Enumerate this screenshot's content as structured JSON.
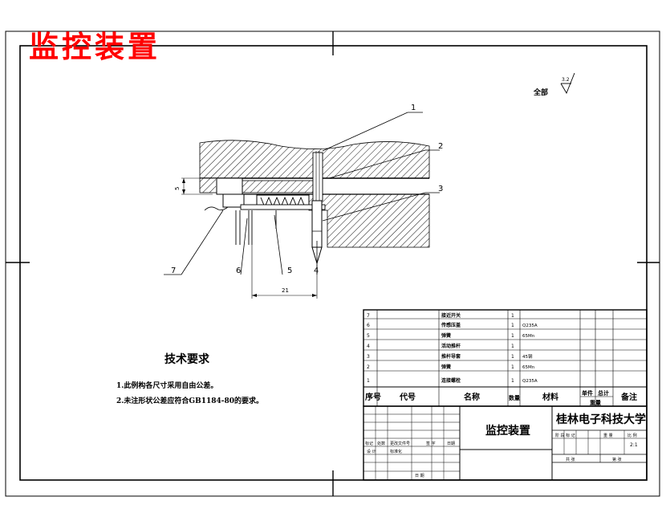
{
  "drawing_title_red": "监控装置",
  "surface_note": {
    "label": "全部",
    "roughness": "3.2"
  },
  "leaders": [
    "1",
    "2",
    "3",
    "4",
    "5",
    "6",
    "7"
  ],
  "dimensions": {
    "left_height": "5",
    "bottom_width": "21"
  },
  "tech_requirements": {
    "title": "技术要求",
    "line1": "1.此例构各尺寸采用自由公差。",
    "line2": "2.未注形状公差应符合GB1184-80的要求。"
  },
  "bom": {
    "rows": [
      {
        "no": "7",
        "code": "",
        "name": "接近开关",
        "qty": "1",
        "material": ""
      },
      {
        "no": "6",
        "code": "",
        "name": "传感压盖",
        "qty": "1",
        "material": "Q235A"
      },
      {
        "no": "5",
        "code": "",
        "name": "弹簧",
        "qty": "1",
        "material": "65Mn"
      },
      {
        "no": "4",
        "code": "",
        "name": "活动推杆",
        "qty": "1",
        "material": ""
      },
      {
        "no": "3",
        "code": "",
        "name": "推杆导套",
        "qty": "1",
        "material": "45钢"
      },
      {
        "no": "2",
        "code": "",
        "name": "弹簧",
        "qty": "1",
        "material": "65Mn"
      },
      {
        "no": "1",
        "code": "",
        "name": "连接螺栓",
        "qty": "1",
        "material": "Q235A"
      }
    ],
    "header": {
      "no": "序号",
      "code": "代号",
      "name": "名称",
      "qty": "数量",
      "material": "材料",
      "single": "单件",
      "total": "总计",
      "weight": "重量",
      "remarks": "备注"
    }
  },
  "title_block": {
    "drawing_name": "监控装置",
    "school": "桂林电子科技大学",
    "scale": "2:1",
    "row_labels": [
      "标记",
      "处数",
      "更改文件号",
      "签 字",
      "日期"
    ],
    "design": "设 计",
    "standardization": "标准化",
    "stage": "阶 段 标 记",
    "weight_label": "重 量",
    "scale_label": "比 例",
    "sheets": "共  张",
    "sheet_of": "第  张",
    "approval": "日 期"
  }
}
